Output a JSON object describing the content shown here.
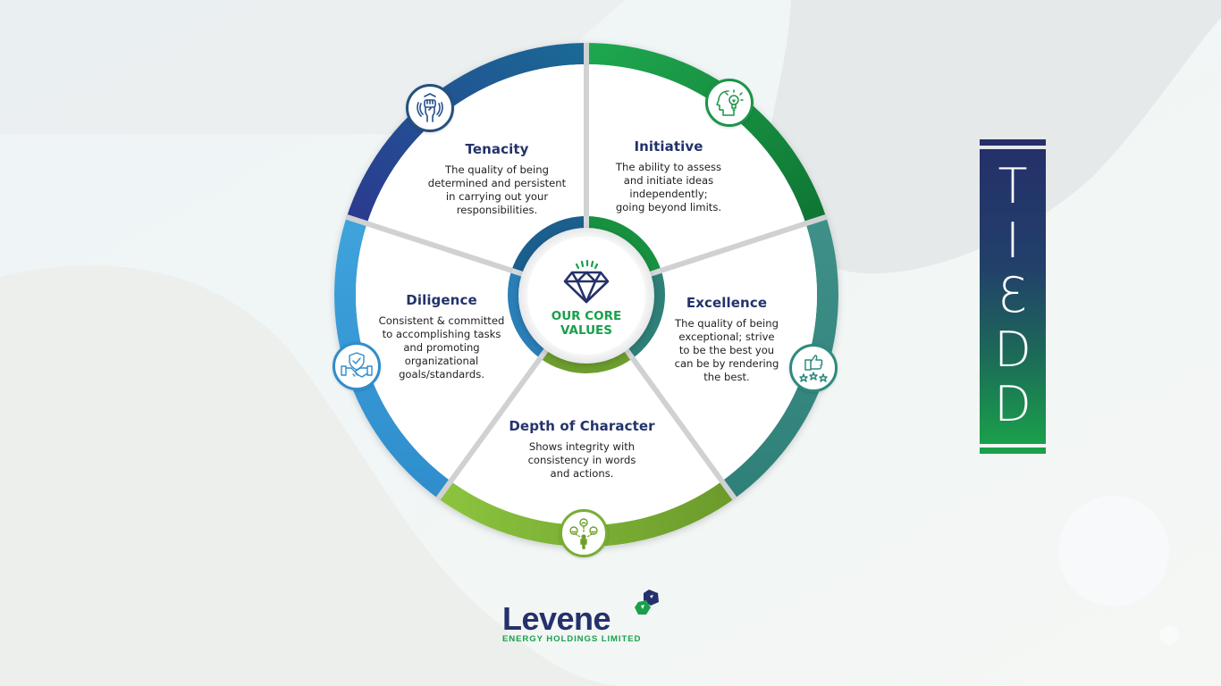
{
  "diagram": {
    "center": {
      "label_line1": "OUR CORE",
      "label_line2": "VALUES",
      "icon": "diamond-icon"
    },
    "segments": [
      {
        "key": "tenacity",
        "title": "Tenacity",
        "description": [
          "The quality of being",
          "determined and persistent",
          "in carrying out your",
          "responsibilities."
        ],
        "icon": "raised-fist-icon",
        "color_start": "#2a3a8c",
        "color_end": "#1d6a9a"
      },
      {
        "key": "initiative",
        "title": "Initiative",
        "description": [
          "The ability to assess",
          "and initiate ideas",
          "independently;",
          "going beyond limits."
        ],
        "icon": "head-lightbulb-icon",
        "color_start": "#1aa04b",
        "color_end": "#0f7a3a"
      },
      {
        "key": "excellence",
        "title": "Excellence",
        "description": [
          "The quality of being",
          "exceptional; strive",
          "to be the best you",
          "can be by rendering",
          "the best."
        ],
        "icon": "thumbs-up-stars-icon",
        "color_start": "#3d8f86",
        "color_end": "#2e7d74"
      },
      {
        "key": "depth_of_character",
        "title": "Depth of Character",
        "description": [
          "Shows integrity with",
          "consistency in words",
          "and actions."
        ],
        "icon": "person-emotions-icon",
        "color_start": "#6a9a2c",
        "color_end": "#8cbf3a"
      },
      {
        "key": "diligence",
        "title": "Diligence",
        "description": [
          "Consistent & committed",
          "to accomplishing tasks",
          "and promoting",
          "organizational",
          "goals/standards."
        ],
        "icon": "handshake-shield-icon",
        "color_start": "#3a9fd8",
        "color_end": "#2f86c4"
      }
    ]
  },
  "acronym": {
    "letters": [
      "T",
      "I",
      "Ɛ",
      "D",
      "D"
    ],
    "gradient_top": "#25306a",
    "gradient_bottom": "#1aa04b"
  },
  "logo": {
    "wordmark": "Levene",
    "subtitle": "ENERGY HOLDINGS LIMITED",
    "primary_color": "#25316b",
    "accent_color": "#1aa04b"
  }
}
